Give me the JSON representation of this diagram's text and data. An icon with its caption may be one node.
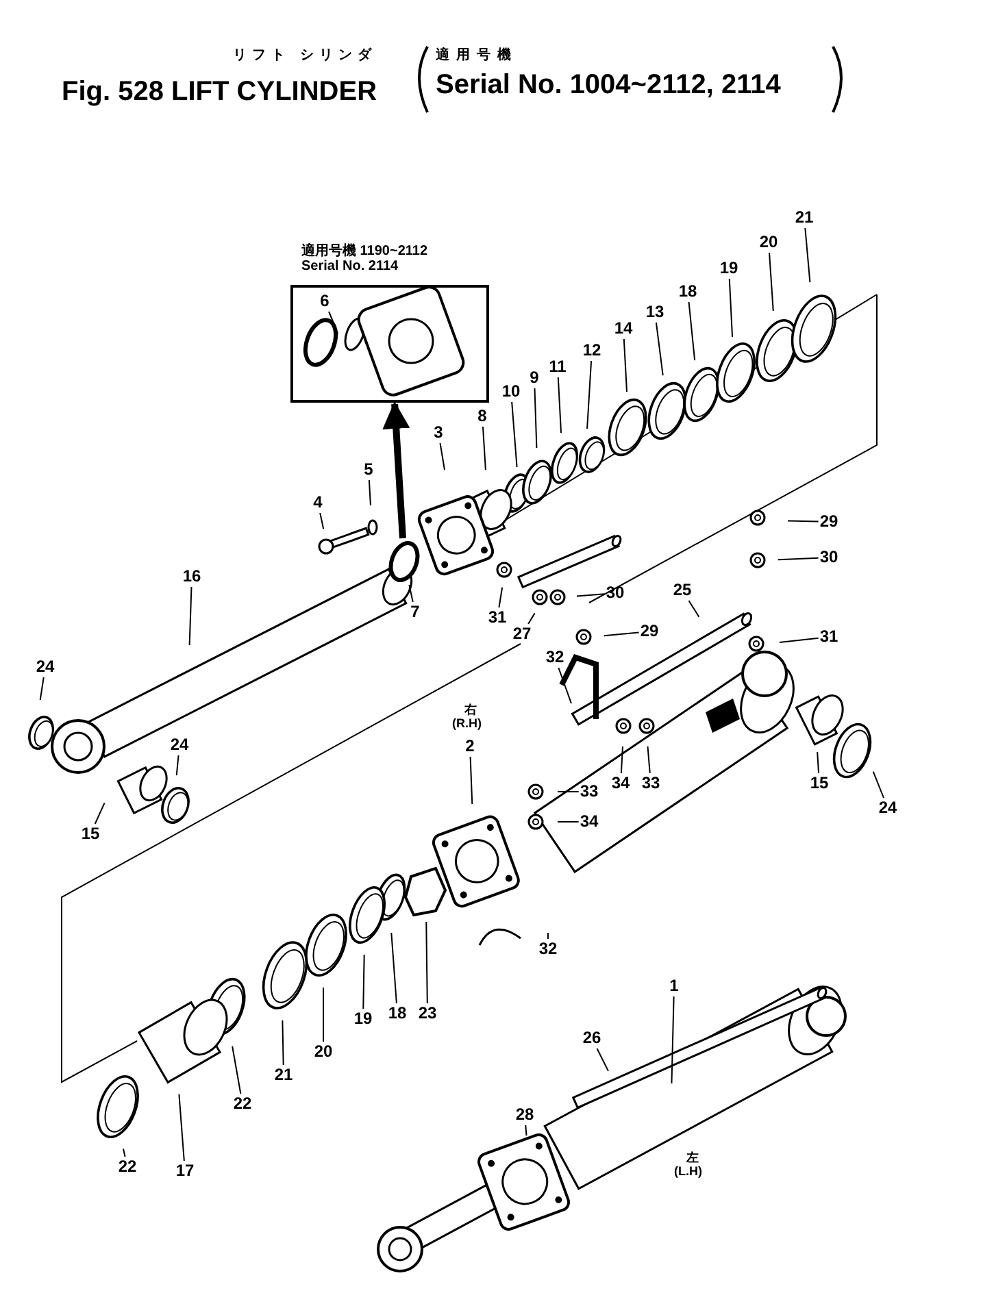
{
  "diagram": {
    "title": "Fig. 528 LIFT CYLINDER",
    "nodes": [
      {
        "text": [
          "適用号機 1190~2112",
          "Serial No. 2114"
        ]
      },
      {
        "text": [
          "6"
        ],
        "in": 0
      },
      {
        "text": [
          "3"
        ]
      },
      {
        "text": [
          "8"
        ]
      },
      {
        "text": [
          "10"
        ]
      },
      {
        "text": [
          "9"
        ]
      },
      {
        "text": [
          "11"
        ]
      },
      {
        "text": [
          "12"
        ]
      },
      {
        "text": [
          "14"
        ]
      },
      {
        "text": [
          "13"
        ]
      },
      {
        "text": [
          "18"
        ]
      },
      {
        "text": [
          "19"
        ]
      },
      {
        "text": [
          "20"
        ]
      },
      {
        "text": [
          "21"
        ]
      },
      {
        "text": [
          "5"
        ]
      },
      {
        "text": [
          "4"
        ]
      },
      {
        "text": [
          "7"
        ]
      },
      {
        "text": [
          "16"
        ]
      },
      {
        "text": [
          "24"
        ]
      },
      {
        "text": [
          "24"
        ]
      },
      {
        "text": [
          "15"
        ]
      },
      {
        "text": [
          "31"
        ]
      },
      {
        "text": [
          "27"
        ]
      },
      {
        "text": [
          "30"
        ]
      },
      {
        "text": [
          "29"
        ]
      },
      {
        "text": [
          "25"
        ]
      },
      {
        "text": [
          "29"
        ]
      },
      {
        "text": [
          "30"
        ]
      },
      {
        "text": [
          "31"
        ]
      },
      {
        "text": [
          "32"
        ]
      },
      {
        "text": [
          "34"
        ]
      },
      {
        "text": [
          "33"
        ]
      },
      {
        "text": [
          "33"
        ]
      },
      {
        "text": [
          "34"
        ]
      },
      {
        "text": [
          "15"
        ]
      },
      {
        "text": [
          "24"
        ]
      },
      {
        "text": [
          "2"
        ]
      },
      {
        "text": [
          "32"
        ]
      },
      {
        "text": [
          "23"
        ]
      },
      {
        "text": [
          "18"
        ]
      },
      {
        "text": [
          "19"
        ]
      },
      {
        "text": [
          "20"
        ]
      },
      {
        "text": [
          "21"
        ]
      },
      {
        "text": [
          "22"
        ]
      },
      {
        "text": [
          "17"
        ]
      },
      {
        "text": [
          "22"
        ]
      },
      {
        "text": [
          "28"
        ]
      },
      {
        "text": [
          "26"
        ]
      },
      {
        "text": [
          "1"
        ]
      },
      {
        "text": [],
        "shape": "ring"
      }
    ],
    "edges": [
      {
        "from": 49,
        "to": 0,
        "arrow": "to",
        "style": "thick"
      },
      {
        "from": 1,
        "to": null,
        "arrow": "none"
      },
      {
        "from": 2,
        "to": null,
        "arrow": "none"
      },
      {
        "from": 3,
        "to": null,
        "arrow": "none"
      },
      {
        "from": 4,
        "to": null,
        "arrow": "none"
      },
      {
        "from": 5,
        "to": null,
        "arrow": "none"
      },
      {
        "from": 6,
        "to": null,
        "arrow": "none"
      },
      {
        "from": 7,
        "to": null,
        "arrow": "none"
      },
      {
        "from": 8,
        "to": null,
        "arrow": "none"
      },
      {
        "from": 9,
        "to": null,
        "arrow": "none"
      },
      {
        "from": 10,
        "to": null,
        "arrow": "none"
      },
      {
        "from": 11,
        "to": null,
        "arrow": "none"
      },
      {
        "from": 12,
        "to": null,
        "arrow": "none"
      },
      {
        "from": 13,
        "to": null,
        "arrow": "none"
      },
      {
        "from": 14,
        "to": null,
        "arrow": "none"
      },
      {
        "from": 15,
        "to": null,
        "arrow": "none"
      },
      {
        "from": 16,
        "to": 49,
        "arrow": "none"
      },
      {
        "from": 17,
        "to": null,
        "arrow": "none"
      },
      {
        "from": 18,
        "to": null,
        "arrow": "none"
      },
      {
        "from": 19,
        "to": null,
        "arrow": "none"
      },
      {
        "from": 20,
        "to": null,
        "arrow": "none"
      },
      {
        "from": 21,
        "to": null,
        "arrow": "none"
      },
      {
        "from": 22,
        "to": null,
        "arrow": "none"
      },
      {
        "from": 23,
        "to": null,
        "arrow": "none"
      },
      {
        "from": 24,
        "to": null,
        "arrow": "none"
      },
      {
        "from": 25,
        "to": null,
        "arrow": "none"
      },
      {
        "from": 26,
        "to": null,
        "arrow": "none"
      },
      {
        "from": 27,
        "to": null,
        "arrow": "none"
      },
      {
        "from": 28,
        "to": null,
        "arrow": "none"
      },
      {
        "from": 29,
        "to": null,
        "arrow": "none"
      },
      {
        "from": 30,
        "to": null,
        "arrow": "none"
      },
      {
        "from": 31,
        "to": null,
        "arrow": "none"
      },
      {
        "from": 32,
        "to": null,
        "arrow": "none"
      },
      {
        "from": 33,
        "to": null,
        "arrow": "none"
      },
      {
        "from": 34,
        "to": null,
        "arrow": "none"
      },
      {
        "from": 35,
        "to": null,
        "arrow": "none"
      },
      {
        "from": 36,
        "to": null,
        "arrow": "none"
      },
      {
        "from": 37,
        "to": null,
        "arrow": "none"
      },
      {
        "from": 38,
        "to": null,
        "arrow": "none"
      },
      {
        "from": 39,
        "to": null,
        "arrow": "none"
      },
      {
        "from": 40,
        "to": null,
        "arrow": "none"
      },
      {
        "from": 41,
        "to": null,
        "arrow": "none"
      },
      {
        "from": 42,
        "to": null,
        "arrow": "none"
      },
      {
        "from": 43,
        "to": null,
        "arrow": "none"
      },
      {
        "from": 44,
        "to": null,
        "arrow": "none"
      },
      {
        "from": 45,
        "to": null,
        "arrow": "none"
      },
      {
        "from": 46,
        "to": null,
        "arrow": "none"
      },
      {
        "from": 47,
        "to": null,
        "arrow": "none"
      },
      {
        "from": 48,
        "to": null,
        "arrow": "none"
      }
    ],
    "labels": [
      "リフト シリンダ",
      "適用号機",
      "Serial No. 1004~2112, 2114",
      "右",
      "(R.H)",
      "左",
      "(L.H)"
    ]
  }
}
